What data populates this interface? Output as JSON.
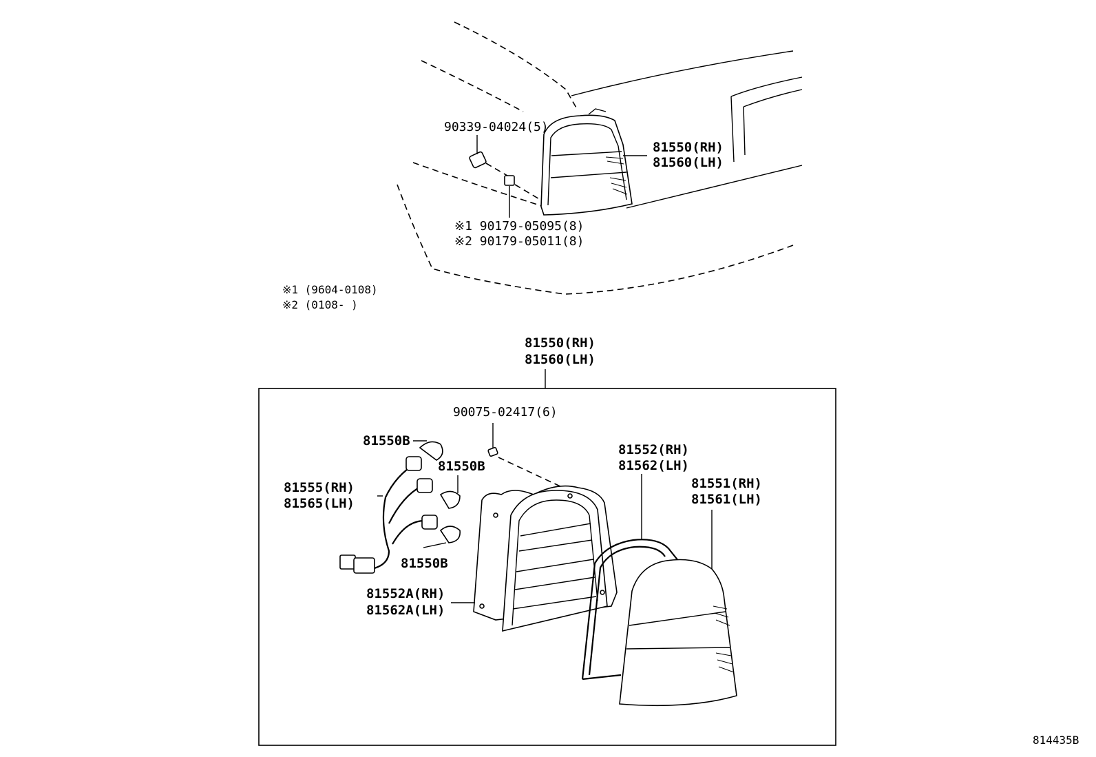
{
  "top_callouts": {
    "bulb_part": "90339-04024(5)",
    "lamp_rh": "81550(RH)",
    "lamp_lh": "81560(LH)",
    "nut_1": "※1 90179-05095(8)",
    "nut_2": "※2 90179-05011(8)"
  },
  "notes": {
    "note_1": "※1 (9604-0108)",
    "note_2": "※2 (0108-      )"
  },
  "assembly_header": {
    "rh": "81550(RH)",
    "lh": "81560(LH)"
  },
  "exploded_callouts": {
    "screw": "90075-02417(6)",
    "bulb_top": "81550B",
    "bulb_mid": "81550B",
    "bulb_bottom": "81550B",
    "socket_rh": "81555(RH)",
    "socket_lh": "81565(LH)",
    "gasket_rh": "81552(RH)",
    "gasket_lh": "81562(LH)",
    "lens_rh": "81551(RH)",
    "lens_lh": "81561(LH)",
    "housing_rh": "81552A(RH)",
    "housing_lh": "81562A(LH)"
  },
  "figure_id": "814435B"
}
